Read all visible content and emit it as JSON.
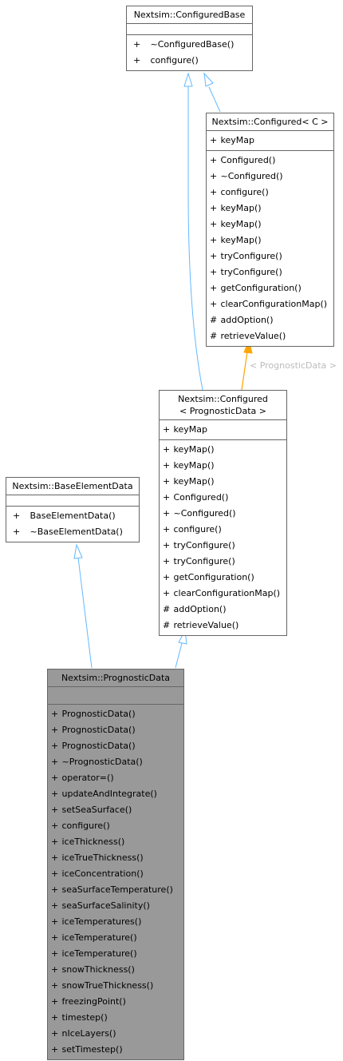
{
  "classes": {
    "configured_base": {
      "title": "Nextsim::ConfiguredBase",
      "attributes": [],
      "methods": [
        {
          "vis": "+",
          "name": "~ConfiguredBase()"
        },
        {
          "vis": "+",
          "name": "configure()"
        }
      ]
    },
    "configured_c": {
      "title": "Nextsim::Configured< C >",
      "attributes": [
        {
          "vis": "+",
          "name": "keyMap"
        }
      ],
      "methods": [
        {
          "vis": "+",
          "name": "Configured()"
        },
        {
          "vis": "+",
          "name": "~Configured()"
        },
        {
          "vis": "+",
          "name": "configure()"
        },
        {
          "vis": "+",
          "name": "keyMap()"
        },
        {
          "vis": "+",
          "name": "keyMap()"
        },
        {
          "vis": "+",
          "name": "keyMap()"
        },
        {
          "vis": "+",
          "name": "tryConfigure()"
        },
        {
          "vis": "+",
          "name": "tryConfigure()"
        },
        {
          "vis": "+",
          "name": "getConfiguration()"
        },
        {
          "vis": "+",
          "name": "clearConfigurationMap()"
        },
        {
          "vis": "#",
          "name": "addOption()"
        },
        {
          "vis": "#",
          "name": "retrieveValue()"
        }
      ]
    },
    "configured_pd": {
      "title_line1": "Nextsim::Configured",
      "title_line2": "< PrognosticData >",
      "attributes": [
        {
          "vis": "+",
          "name": "keyMap"
        }
      ],
      "methods": [
        {
          "vis": "+",
          "name": "keyMap()"
        },
        {
          "vis": "+",
          "name": "keyMap()"
        },
        {
          "vis": "+",
          "name": "keyMap()"
        },
        {
          "vis": "+",
          "name": "Configured()"
        },
        {
          "vis": "+",
          "name": "~Configured()"
        },
        {
          "vis": "+",
          "name": "configure()"
        },
        {
          "vis": "+",
          "name": "tryConfigure()"
        },
        {
          "vis": "+",
          "name": "tryConfigure()"
        },
        {
          "vis": "+",
          "name": "getConfiguration()"
        },
        {
          "vis": "+",
          "name": "clearConfigurationMap()"
        },
        {
          "vis": "#",
          "name": "addOption()"
        },
        {
          "vis": "#",
          "name": "retrieveValue()"
        }
      ]
    },
    "base_element": {
      "title": "Nextsim::BaseElementData",
      "attributes": [],
      "methods": [
        {
          "vis": "+",
          "name": "BaseElementData()"
        },
        {
          "vis": "+",
          "name": "~BaseElementData()"
        }
      ]
    },
    "prognostic": {
      "title": "Nextsim::PrognosticData",
      "attributes": [],
      "methods": [
        {
          "vis": "+",
          "name": "PrognosticData()"
        },
        {
          "vis": "+",
          "name": "PrognosticData()"
        },
        {
          "vis": "+",
          "name": "PrognosticData()"
        },
        {
          "vis": "+",
          "name": "~PrognosticData()"
        },
        {
          "vis": "+",
          "name": "operator=()"
        },
        {
          "vis": "+",
          "name": "updateAndIntegrate()"
        },
        {
          "vis": "+",
          "name": "setSeaSurface()"
        },
        {
          "vis": "+",
          "name": "configure()"
        },
        {
          "vis": "+",
          "name": "iceThickness()"
        },
        {
          "vis": "+",
          "name": "iceTrueThickness()"
        },
        {
          "vis": "+",
          "name": "iceConcentration()"
        },
        {
          "vis": "+",
          "name": "seaSurfaceTemperature()"
        },
        {
          "vis": "+",
          "name": "seaSurfaceSalinity()"
        },
        {
          "vis": "+",
          "name": "iceTemperatures()"
        },
        {
          "vis": "+",
          "name": "iceTemperature()"
        },
        {
          "vis": "+",
          "name": "iceTemperature()"
        },
        {
          "vis": "+",
          "name": "snowThickness()"
        },
        {
          "vis": "+",
          "name": "snowTrueThickness()"
        },
        {
          "vis": "+",
          "name": "freezingPoint()"
        },
        {
          "vis": "+",
          "name": "timestep()"
        },
        {
          "vis": "+",
          "name": "nIceLayers()"
        },
        {
          "vis": "+",
          "name": "setTimestep()"
        }
      ]
    }
  },
  "template_binding_label": "< PrognosticData >",
  "colors": {
    "inheritance_edge": "#63b8ff",
    "template_edge": "#ffa500",
    "focus_fill": "#999999",
    "border": "#666666",
    "template_label": "#bbbbbb"
  }
}
